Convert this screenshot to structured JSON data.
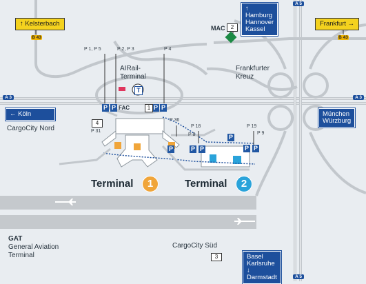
{
  "signs": {
    "kelsterbach": "Kelsterbach",
    "frankfurt": "Frankfurt",
    "hamburg": [
      "Hamburg",
      "Hannover",
      "Kassel"
    ],
    "koln": "Köln",
    "muenchen": [
      "München",
      "Würzburg"
    ],
    "basel": [
      "Basel",
      "Karlsruhe",
      "Darmstadt"
    ]
  },
  "road_labels": {
    "b43_left": "B 43",
    "b43_right": "B 43",
    "a3_left": "A 3",
    "a3_right": "A 3",
    "a5_top": "A 5",
    "a5_bottom": "A 5"
  },
  "labels": {
    "mac": "MAC",
    "mac_num": "2",
    "airail": [
      "AIRail-",
      "Terminal"
    ],
    "kreuz": [
      "Frankfurter",
      "Kreuz"
    ],
    "cargo_nord": "CargoCity Nord",
    "cargo_sued": "CargoCity Süd",
    "cargo_sued_num": "3",
    "fac": "FAC",
    "gat": [
      "GAT",
      "General Aviation",
      "Terminal"
    ],
    "terminal1": "Terminal",
    "terminal1_num": "1",
    "terminal2": "Terminal",
    "terminal2_num": "2",
    "box4": "4",
    "box1": "1"
  },
  "parking": {
    "p1p5": "P 1, P 5",
    "p2p3": "P 2, P 3",
    "p4": "P 4",
    "p31": "P 31",
    "p36": "P 36",
    "p18": "P 18",
    "p8": "P 8",
    "p19": "P 19",
    "p9": "P 9",
    "p": "P",
    "t": "T"
  },
  "colors": {
    "road": "#c9ced3",
    "sign_blue": "#1d4f9c",
    "sign_yellow": "#f4d21e",
    "terminal1": "#f0a53a",
    "terminal2": "#2aa3da",
    "green_sign": "#1c8a45"
  }
}
